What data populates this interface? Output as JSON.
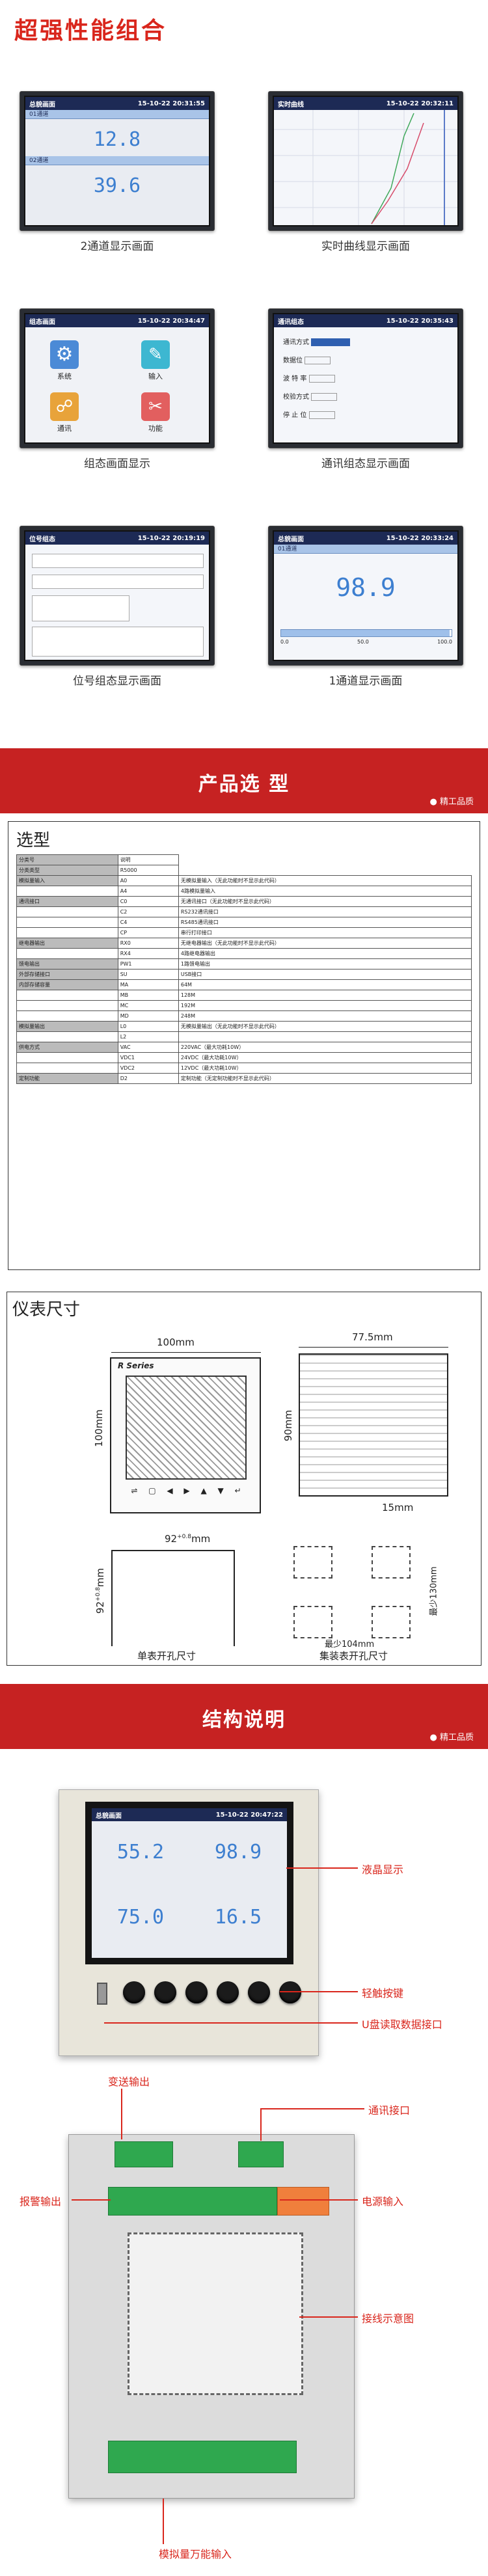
{
  "section1": {
    "title": "超强性能组合",
    "shots": [
      {
        "title": "总貌画面",
        "time": "15-10-22 20:31:55",
        "ch1": "01通道",
        "v1": "12.8",
        "ch2": "02通道",
        "v2": "39.6",
        "caption": "2通道显示画面"
      },
      {
        "title": "实时曲线",
        "time": "15-10-22 20:32:11",
        "caption": "实时曲线显示画面"
      },
      {
        "title": "组态画面",
        "time": "15-10-22 20:34:47",
        "items": [
          "系统",
          "输入",
          "通讯",
          "功能"
        ],
        "caption": "组态画面显示"
      },
      {
        "title": "通讯组态",
        "time": "15-10-22 20:35:43",
        "rows": [
          "通讯方式",
          "数据位",
          "波 特 率",
          "校验方式",
          "停 止 位"
        ],
        "caption": "通讯组态显示画面"
      },
      {
        "title": "位号组态",
        "time": "15-10-22 20:19:19",
        "caption": "位号组态显示画面"
      },
      {
        "title": "总貌画面",
        "time": "15-10-22 20:33:24",
        "ch": "01通道",
        "value": "98.9",
        "scale": [
          "0.0",
          "50.0",
          "100.0"
        ],
        "caption": "1通道显示画面"
      }
    ]
  },
  "section2": {
    "title": "产品选 型",
    "sub": "精工品质",
    "table_title": "选型",
    "rows": [
      [
        "分类号",
        "说明"
      ],
      [
        "分类类型",
        "R5000"
      ],
      [
        "模拟量输入",
        "A0",
        "无模拟量输入（无此功能时不显示此代码）"
      ],
      [
        "",
        "A4",
        "4路模拟量输入"
      ],
      [
        "通讯接口",
        "C0",
        "无通讯接口（无此功能时不显示此代码）"
      ],
      [
        "",
        "C2",
        "RS232通讯接口"
      ],
      [
        "",
        "C4",
        "RS485通讯接口"
      ],
      [
        "",
        "CP",
        "串行打印接口"
      ],
      [
        "继电器输出",
        "RX0",
        "无继电器输出（无此功能时不显示此代码）"
      ],
      [
        "",
        "RX4",
        "4路继电器输出"
      ],
      [
        "馈电输出",
        "PW1",
        "1路馈电输出"
      ],
      [
        "外部存储接口",
        "SU",
        "USB接口"
      ],
      [
        "内部存储容量",
        "MA",
        "64M"
      ],
      [
        "",
        "MB",
        "128M"
      ],
      [
        "",
        "MC",
        "192M"
      ],
      [
        "",
        "MD",
        "248M"
      ],
      [
        "模拟量输出",
        "L0",
        "无模拟量输出（无此功能时不显示此代码）"
      ],
      [
        "",
        "L2",
        ""
      ],
      [
        "供电方式",
        "VAC",
        "220VAC（最大功耗10W）"
      ],
      [
        "",
        "VDC1",
        "24VDC（最大功耗10W）"
      ],
      [
        "",
        "VDC2",
        "12VDC（最大功耗10W）"
      ],
      [
        "定制功能",
        "D2",
        "定制功能（无定制功能时不显示此代码）"
      ]
    ]
  },
  "section3": {
    "title": "仪表尺寸",
    "brand": "R Series",
    "w_front": "100mm",
    "h_front": "100mm",
    "w_side": "77.5mm",
    "h_side": "90mm",
    "d_side": "15mm",
    "cut_w": "92",
    "cut_h": "92",
    "cut_sup": "+0.8",
    "cut_unit": "mm",
    "min_h": "最少130mm",
    "min_w": "最少104mm",
    "cap1": "单表开孔尺寸",
    "cap2": "集装表开孔尺寸"
  },
  "section4": {
    "title": "结构说明",
    "sub": "精工品质",
    "lcd": "液晶显示",
    "keys": "轻触按键",
    "usb": "U盘读取数据接口",
    "screen_title": "总貌画面",
    "screen_time": "15-10-22 20:47:22",
    "values": [
      "55.2",
      "98.9",
      "75.0",
      "16.5"
    ],
    "tx": "变送输出",
    "comm": "通讯接口",
    "alarm": "报警输出",
    "power": "电源输入",
    "wiring": "接线示意图",
    "analog": "模拟量万能输入"
  }
}
